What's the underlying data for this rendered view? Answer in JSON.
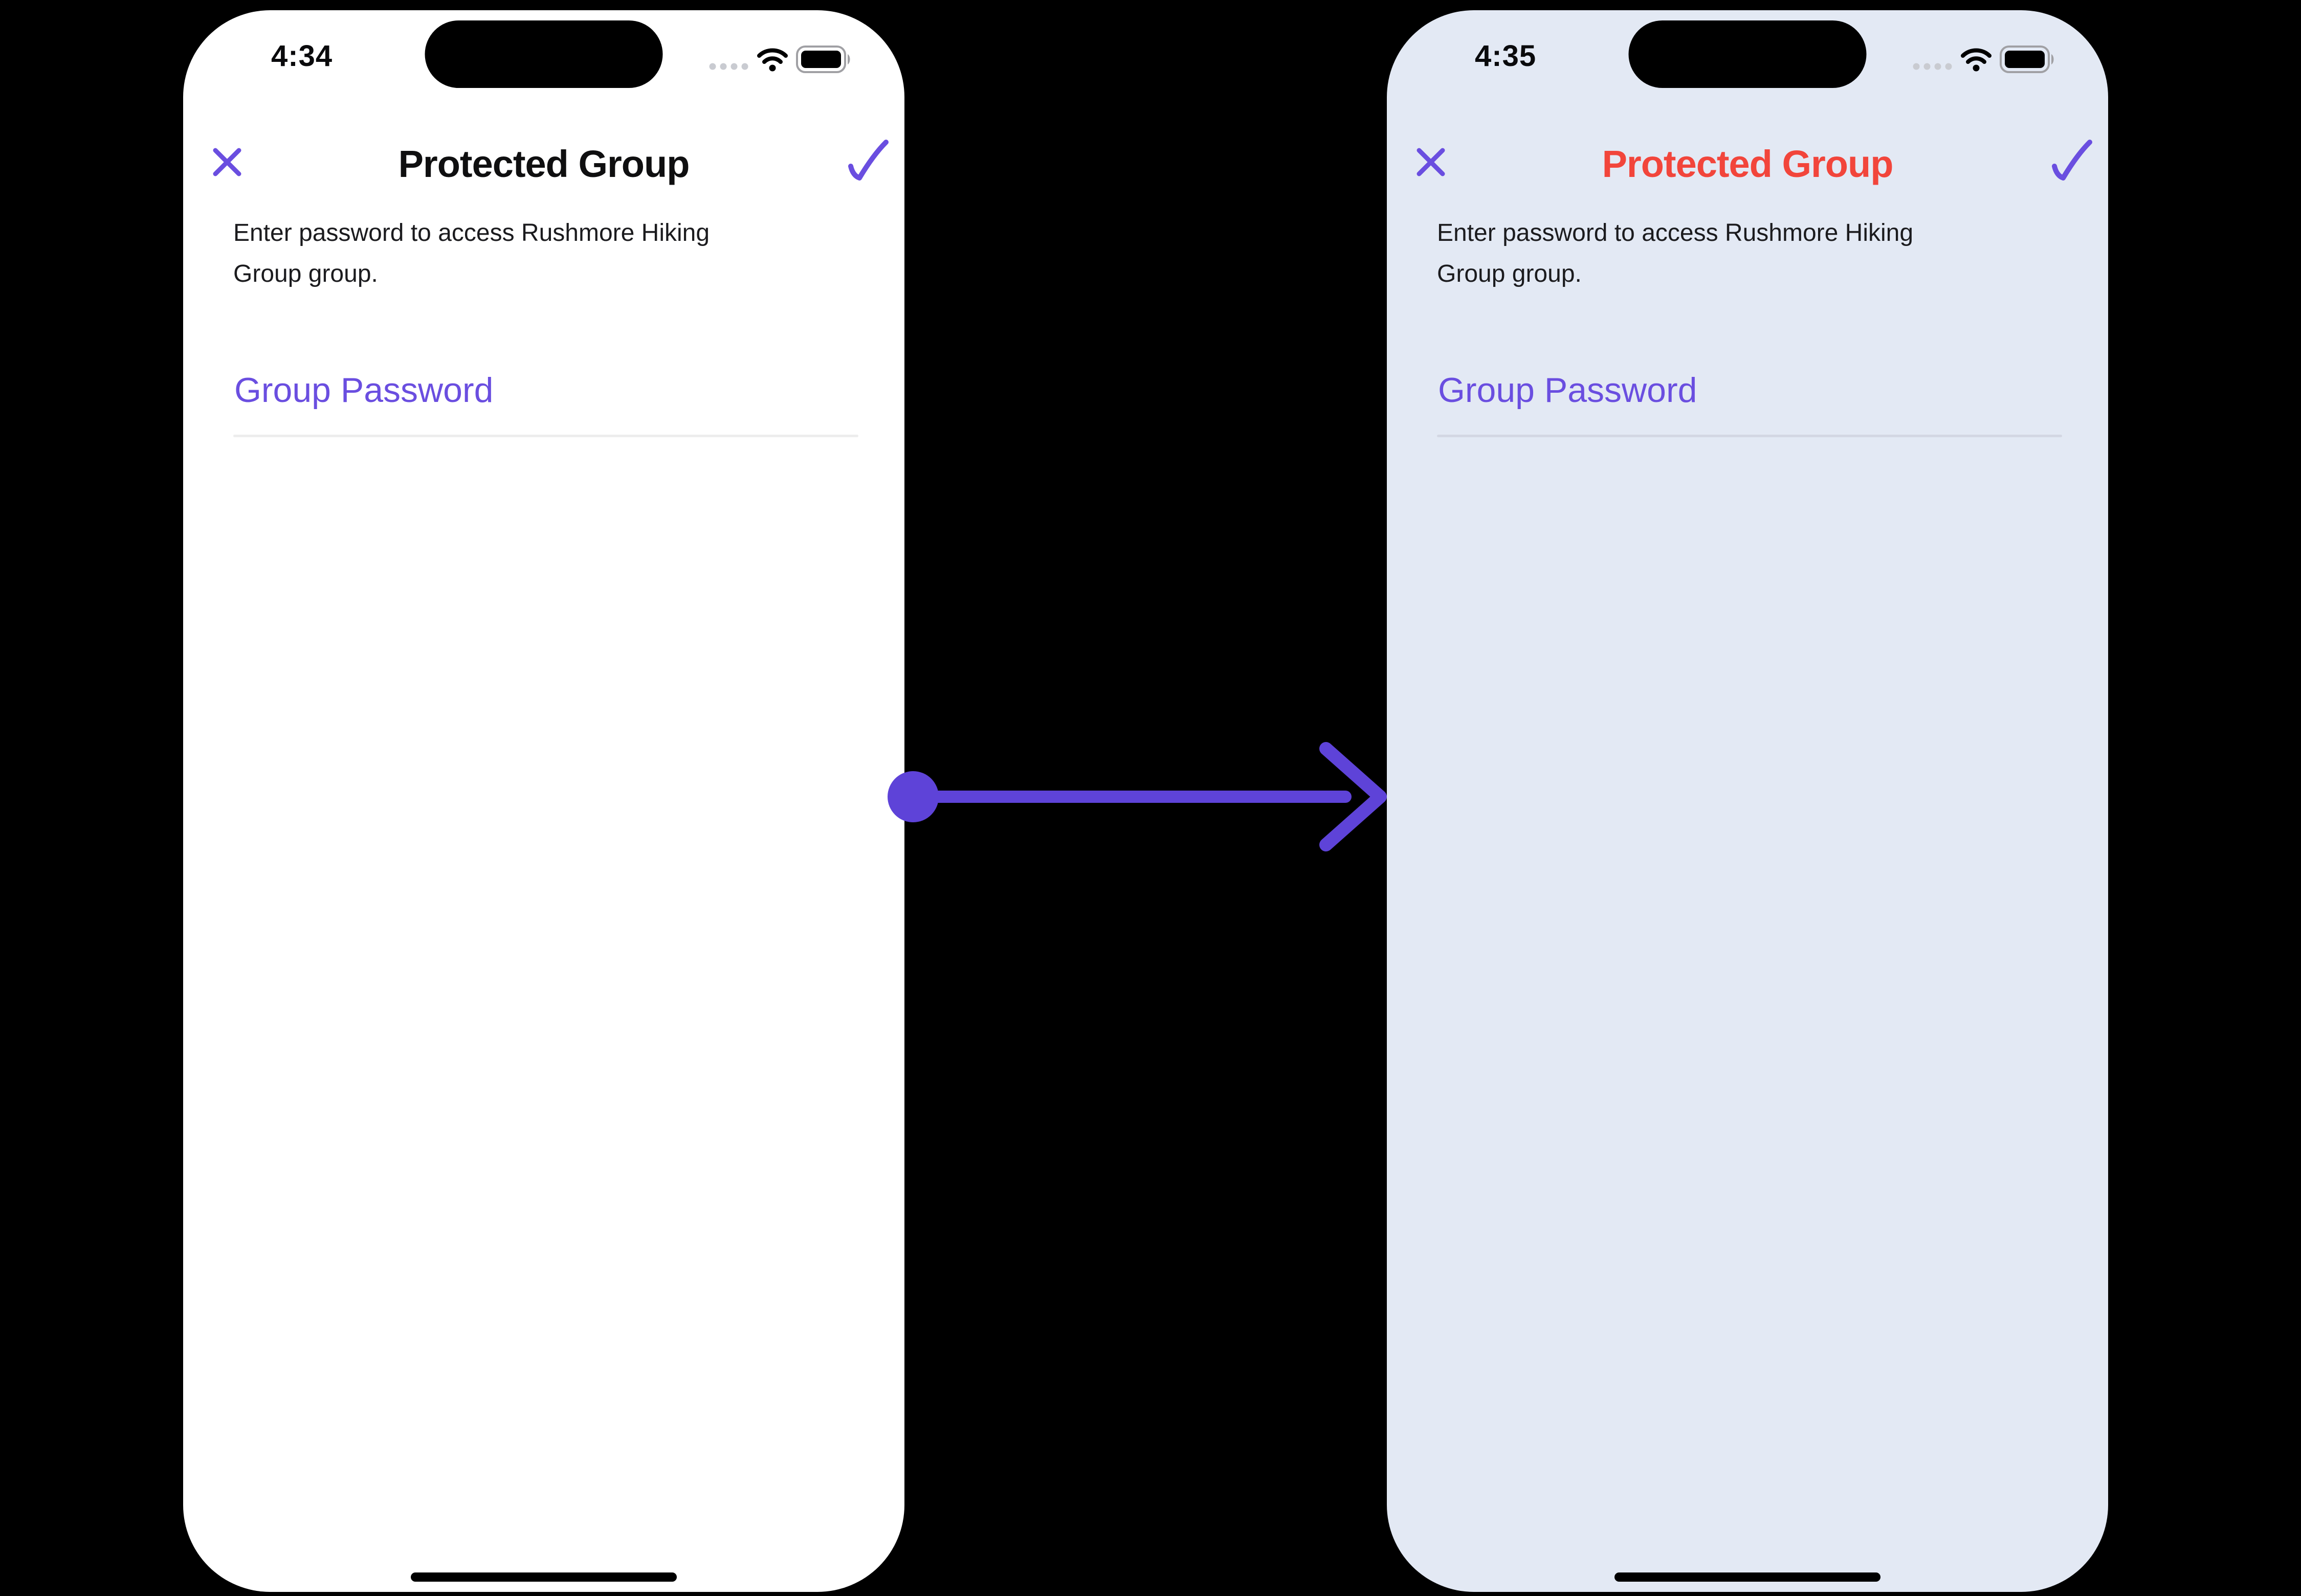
{
  "colors": {
    "page_bg": "#000000",
    "left_bg": "#FFFFFF",
    "right_bg": "#E3E9F4",
    "accent_purple": "#6A4EE0",
    "arrow_purple": "#5E43D8",
    "title_red": "#F2453B",
    "text_dark": "#1B1B1E",
    "underline_left": "#EDEDED",
    "underline_right": "#D3D7E3",
    "status_gray": "#C9CBD1",
    "battery_gray": "#A0A0A4"
  },
  "icons": {
    "close": "✕",
    "confirm": "✓",
    "cellular": "cellular-dots-icon",
    "wifi": "wifi-icon",
    "battery": "battery-icon",
    "arrow": "right-arrow-icon"
  },
  "phones": [
    {
      "name": "before",
      "status_time": "4:34",
      "title": "Protected Group",
      "title_color": "#0F0F10",
      "description": "Enter password to access Rushmore Hiking Group group.",
      "field_label": "Group Password"
    },
    {
      "name": "after",
      "status_time": "4:35",
      "title": "Protected Group",
      "title_color": "#F2453B",
      "description": "Enter password to access Rushmore Hiking Group group.",
      "field_label": "Group Password"
    }
  ]
}
